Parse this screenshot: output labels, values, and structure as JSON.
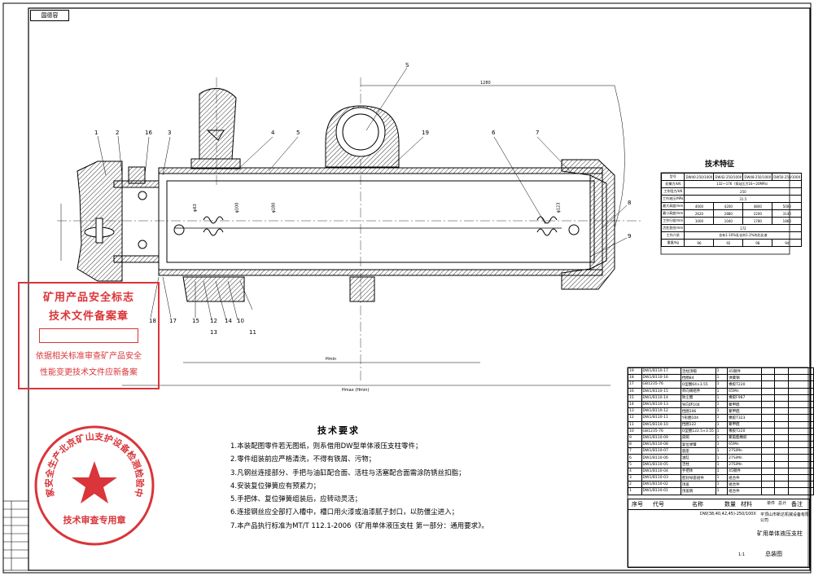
{
  "top_tag": "国德容",
  "stamp": {
    "line1": "矿用产品安全标志",
    "line2": "技术文件备案章",
    "line3": "依据相关标准审查矿产品安全",
    "line4": "性能变更技术文件应新备案"
  },
  "seal": {
    "ring_text": "国家安全生产北京矿山支护设备检测检验中心",
    "bottom_text": "技术审查专用章"
  },
  "part_numbers": [
    "1",
    "16",
    "3",
    "2",
    "4",
    "5",
    "S",
    "19",
    "6",
    "7",
    "8",
    "9",
    "17",
    "18",
    "15",
    "12",
    "13",
    "14",
    "10",
    "11"
  ],
  "dimensions": {
    "top_length": "1280",
    "hmax": "Hmax (Hmin)",
    "hmin": "Hmin",
    "d1": "φ63",
    "d2": "φ100",
    "d3": "φ180",
    "d4": "φ123"
  },
  "tech_spec": {
    "title": "技术特征",
    "rows": [
      [
        "型号",
        "DW40-250/100X",
        "DW42-250/100X",
        "DW48-250/100X",
        "DW50-250/100X"
      ],
      [
        "初撑力/kN",
        "132～176（泵站压力16～20MPa）",
        "",
        "",
        ""
      ],
      [
        "工作阻力/kN",
        "250",
        "",
        "",
        ""
      ],
      [
        "工作液压/MPa",
        "31.5",
        "",
        "",
        ""
      ],
      [
        "最大高度/mm",
        "4000",
        "4200",
        "4800",
        "5000"
      ],
      [
        "最小高度/mm",
        "2620",
        "2880",
        "2200",
        "3140"
      ],
      [
        "工作行程/mm",
        "1000",
        "1040",
        "1780",
        "1860"
      ],
      [
        "活柱直径/mm",
        "172",
        "",
        "",
        ""
      ],
      [
        "工作介质",
        "含有1-10%乳化剂1-2%的乳化液",
        "",
        "",
        ""
      ],
      [
        "重量/kg",
        "96",
        "92",
        "98",
        "94"
      ]
    ]
  },
  "requirements": {
    "title": "技术要求",
    "items": [
      "1.本装配图零件若无图纸，则系借用DW型单体液压支柱零件；",
      "2.零件组装前应严格清洗，不得有铁屑、污物；",
      "3.凡钢丝连接部分、手把与油缸配合面、活柱与活塞配合面需涂防锈丝扣脂；",
      "4.安装复位弹簧应有预紧力；",
      "5.手把体、复位弹簧组装后，应转动灵活；",
      "6.连接钢丝应全部打入槽中，槽口用火漆或油漆腻子封口，以防僵尘进入；",
      "7.本产品执行标准为MT/T 112.1-2006《矿用单体液压支柱 第一部分：通用要求》。"
    ]
  },
  "bom": {
    "rows": [
      [
        "19",
        "DW1/B110-17",
        "活柱顶帽",
        "1",
        "45钢件"
      ],
      [
        "18",
        "DW1/B110-16",
        "挡圈84",
        "1",
        "弹簧钢"
      ],
      [
        "17",
        "GB1235-76",
        "O型圈64×3.55",
        "1",
        "橡胶T220"
      ],
      [
        "16",
        "DW1/B110-15",
        "单向阀组件",
        "1",
        "65Mn"
      ],
      [
        "15",
        "DW1/B110-14",
        "防尘圈",
        "1",
        "橡胶F987"
      ],
      [
        "14",
        "DW1/B110-13",
        "导向环104",
        "1",
        "聚甲醛"
      ],
      [
        "13",
        "DW1/B110-12",
        "挡圈106",
        "1",
        "聚甲醛"
      ],
      [
        "12",
        "DW1/B110-11",
        "Y形圈104",
        "1",
        "橡胶T323"
      ],
      [
        "11",
        "DW1/B110-10",
        "挡圈122",
        "1",
        "聚甲醛"
      ],
      [
        "10",
        "GB1235-76",
        "O型圈122.5×3.55",
        "1",
        "橡胶T220"
      ],
      [
        "9",
        "DW1/B110-09",
        "皮碗",
        "1",
        "聚氨酯橡胶"
      ],
      [
        "8",
        "DW1/B110-08",
        "复位弹簧",
        "1",
        "65Mn"
      ],
      [
        "7",
        "DW1/B110-07",
        "底座",
        "1",
        "27SiMn"
      ],
      [
        "6",
        "DW1/B110-06",
        "油缸",
        "1",
        "27SiMn"
      ],
      [
        "5",
        "DW1/B110-05",
        "活柱",
        "1",
        "27SiMn"
      ],
      [
        "4",
        "DW1/B110-04",
        "手把体",
        "1",
        "45钢件"
      ],
      [
        "3",
        "DW1/B110-03",
        "密封导座组件",
        "1",
        "组合件"
      ],
      [
        "2",
        "DW1/B110-02",
        "顶盖",
        "1",
        "组合件"
      ],
      [
        "1",
        "DW1/B110-01",
        "顶盖销",
        "1",
        "组合件"
      ]
    ],
    "header": [
      "序号",
      "代号",
      "名称",
      "数量",
      "材料",
      "单件",
      "总计",
      "备注"
    ]
  },
  "title_block": {
    "model": "DW(38,40,42,45)-250/100X",
    "company": "平顶山市新达机械设备有限公司",
    "product": "矿用单体液压支柱",
    "drawing": "总装图",
    "scale": "1:1"
  }
}
